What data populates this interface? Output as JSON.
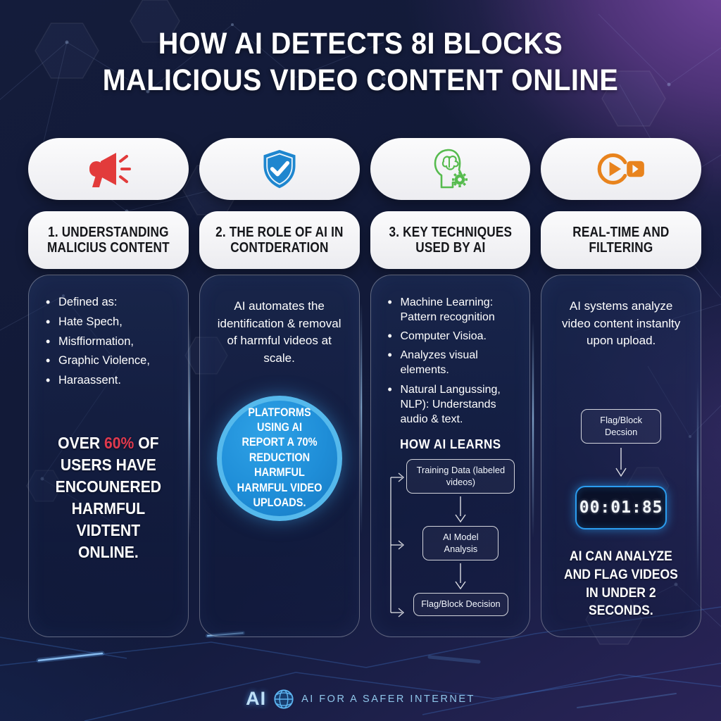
{
  "title": {
    "line1": "HOW AI DETECTS 8I BLOCKS",
    "line2": "MALICIOUS VIDEO CONTENT ONLINE"
  },
  "columns": [
    {
      "icon": "megaphone-icon",
      "heading": "1. UNDERSTANDING MALICIUS CONTENT",
      "bullets": [
        "Defined as:",
        "Hate Spech,",
        "Misffiormation,",
        "Graphic Violence,",
        "Haraassent."
      ],
      "stat": {
        "pre": "OVER ",
        "highlight": "60%",
        "post": " OF USERS HAVE ENCOUNERED HARMFUL VIDTENT ONLINE."
      }
    },
    {
      "icon": "shield-check-icon",
      "heading": "2. THE ROLE OF AI IN CONTDERATION",
      "paragraph": "AI automates the identification & removal of harmful videos at scale.",
      "circle_text": "PLATFORMS USING AI REPORT A 70% REDUCTION HARMFUL HARMFUL VIDEO UPLOADS."
    },
    {
      "icon": "ai-head-gear-icon",
      "heading": "3. KEY TECHNIQUES USED BY AI",
      "bullets": [
        "Machine Learning: Pattern recognition",
        "Computer Visioa.",
        "Analyzes visual elements.",
        "Natural Langussing, NLP): Understands audio & text."
      ],
      "flow": {
        "title": "HOW AI LEARNS",
        "steps": [
          "Training Data (labeled videos)",
          "AI Model Analysis",
          "Flag/Block Decision"
        ]
      }
    },
    {
      "icon": "video-play-icon",
      "heading": "REAL-TIME AND FILTERING",
      "paragraph": "AI systems analyze video content instanlty upon upload.",
      "decision_label": "Flag/Block Decsion",
      "timer_value": "00:01:85",
      "stat": "AI CAN ANALYZE AND FLAG VIDEOS IN UNDER 2 SECONDS."
    }
  ],
  "footer": {
    "logo_text": "AI",
    "logo_icon": "globe-icon",
    "tagline": "AI FOR A SAFER INTERNET"
  },
  "colors": {
    "accent_red": "#e23b3b",
    "accent_blue": "#1e86cf",
    "accent_green": "#56bb4e",
    "accent_orange": "#e8831d",
    "highlight_red": "#e0394e",
    "circle_blue": "#1f8ed8",
    "timer_border": "#2b9df0",
    "background_navy": "#131b3d",
    "background_purple": "#6d4496"
  }
}
